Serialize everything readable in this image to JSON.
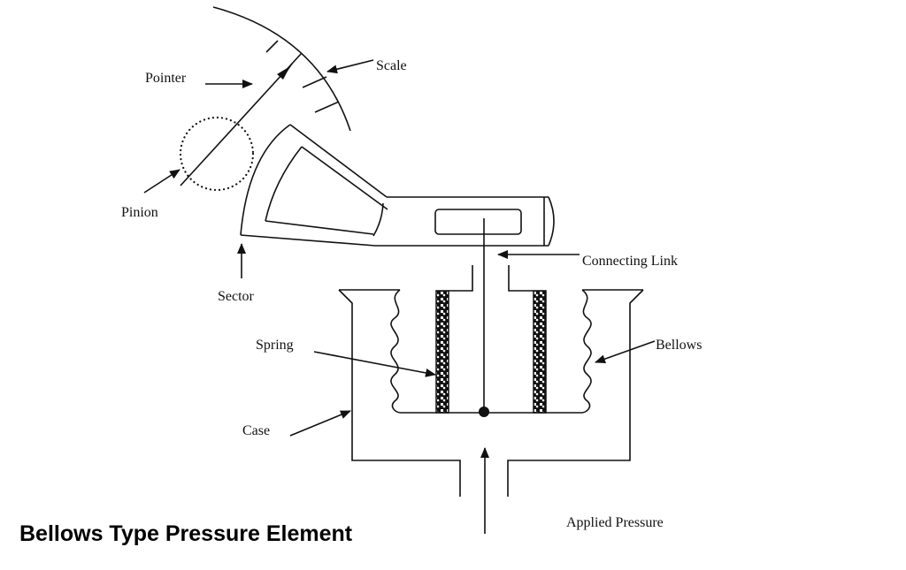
{
  "title": "Bellows Type Pressure Element",
  "labels": {
    "pointer": "Pointer",
    "scale": "Scale",
    "pinion": "Pinion",
    "sector": "Sector",
    "connecting_link": "Connecting Link",
    "spring": "Spring",
    "bellows": "Bellows",
    "case": "Case",
    "applied_pressure": "Applied Pressure"
  },
  "colors": {
    "line": "#111111",
    "background": "#ffffff"
  }
}
